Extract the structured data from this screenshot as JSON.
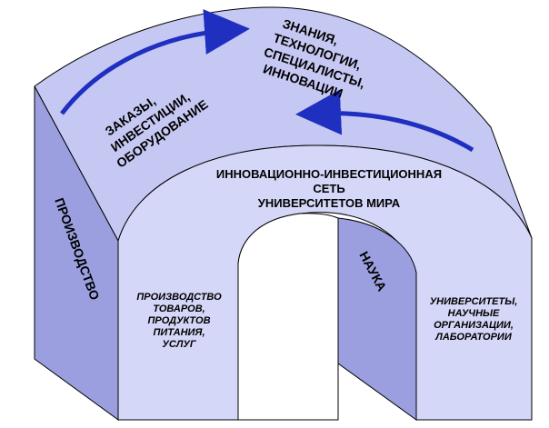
{
  "top_left_label": [
    "ЗАКАЗЫ,",
    "ИНВЕСТИЦИИ,",
    "ОБОРУДОВАНИЕ"
  ],
  "top_right_label": [
    "ЗНАНИЯ,",
    "ТЕХНОЛОГИИ,",
    "СПЕЦИАЛИСТЫ,",
    "ИННОВАЦИИ"
  ],
  "center_title": [
    "ИННОВАЦИОННО-ИНВЕСТИЦИОННАЯ",
    "СЕТЬ",
    "УНИВЕРСИТЕТОВ МИРА"
  ],
  "left_side_label": "ПРОИЗВОДСТВО",
  "right_side_label": "НАУКА",
  "left_pillar_label": [
    "ПРОИЗВОДСТВО",
    "ТОВАРОВ,",
    "ПРОДУКТОВ",
    "ПИТАНИЯ,",
    "УСЛУГ"
  ],
  "right_pillar_label": [
    "УНИВЕРСИТЕТЫ,",
    "НАУЧНЫЕ",
    "ОРГАНИЗАЦИИ,",
    "ЛАБОРАТОРИИ"
  ],
  "colors": {
    "top": "#c6c8f4",
    "side": "#9b9fe0",
    "front": "#d5d7f8",
    "outline": "#000000",
    "arrow": "#1f2fbf"
  }
}
